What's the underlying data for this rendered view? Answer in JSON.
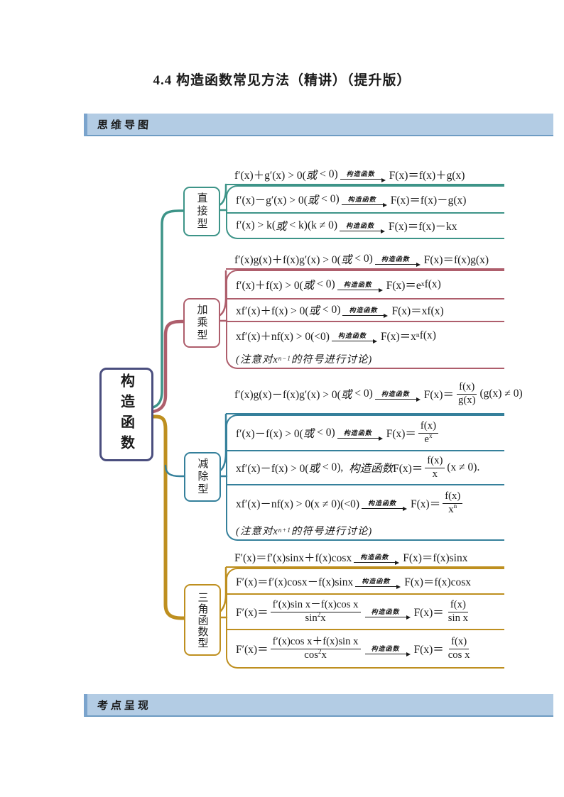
{
  "page": {
    "title": "4.4 构造函数常见方法（精讲）（提升版）",
    "banner_top": "思维导图",
    "banner_bottom": "考点呈现"
  },
  "colors": {
    "teal": "#3D9488",
    "rose": "#AE5E6C",
    "steel": "#35809B",
    "gold": "#BE8F1F",
    "root_border": "#4A4E7E",
    "banner_bg": "#B3CCE4",
    "banner_edge": "#7BA4CD",
    "banner_underline": "#6E9CC3"
  },
  "root": {
    "label": "构造函数"
  },
  "groups": [
    {
      "label": "直接型",
      "color_key": "teal",
      "rows": [
        {
          "kind": "main",
          "segs": [
            {
              "t": "txt",
              "v": "f′(x)＋g′(x) > 0("
            },
            {
              "t": "kai",
              "v": "或"
            },
            {
              "t": "txt",
              "v": " < 0)"
            },
            {
              "t": "arrow",
              "v": "构造函数"
            },
            {
              "t": "txt",
              "v": "F(x)＝f(x)＋g(x)"
            }
          ]
        },
        {
          "kind": "main",
          "segs": [
            {
              "t": "txt",
              "v": "f′(x)－g′(x) > 0("
            },
            {
              "t": "kai",
              "v": "或"
            },
            {
              "t": "txt",
              "v": " < 0)"
            },
            {
              "t": "arrow",
              "v": "构造函数"
            },
            {
              "t": "txt",
              "v": "F(x)＝f(x)－g(x)"
            }
          ]
        },
        {
          "kind": "main",
          "segs": [
            {
              "t": "txt",
              "v": "f′(x) > k("
            },
            {
              "t": "kai",
              "v": "或"
            },
            {
              "t": "txt",
              "v": " < k)(k ≠ 0)"
            },
            {
              "t": "arrow",
              "v": "构造函数"
            },
            {
              "t": "txt",
              "v": "F(x)＝f(x)－kx"
            }
          ]
        }
      ]
    },
    {
      "label": "加乘型",
      "color_key": "rose",
      "rows": [
        {
          "kind": "main",
          "segs": [
            {
              "t": "txt",
              "v": "f′(x)g(x)＋f(x)g′(x) > 0("
            },
            {
              "t": "kai",
              "v": "或"
            },
            {
              "t": "txt",
              "v": " < 0)"
            },
            {
              "t": "arrow",
              "v": "构造函数"
            },
            {
              "t": "txt",
              "v": "F(x)＝f(x)g(x)"
            }
          ]
        },
        {
          "kind": "main",
          "segs": [
            {
              "t": "txt",
              "v": "f′(x)＋f(x) > 0("
            },
            {
              "t": "kai",
              "v": "或"
            },
            {
              "t": "txt",
              "v": " < 0)"
            },
            {
              "t": "arrow",
              "v": "构造函数"
            },
            {
              "t": "txt",
              "v": "F(x)＝e"
            },
            {
              "t": "sup",
              "v": "x"
            },
            {
              "t": "txt",
              "v": "f(x)"
            }
          ]
        },
        {
          "kind": "main",
          "segs": [
            {
              "t": "txt",
              "v": "xf′(x)＋f(x) > 0("
            },
            {
              "t": "kai",
              "v": "或"
            },
            {
              "t": "txt",
              "v": " < 0)"
            },
            {
              "t": "arrow",
              "v": "构造函数"
            },
            {
              "t": "txt",
              "v": "F(x)＝xf(x)"
            }
          ]
        },
        {
          "kind": "main",
          "segs": [
            {
              "t": "txt",
              "v": "xf′(x)＋nf(x) > 0(<0)"
            },
            {
              "t": "arrow",
              "v": "构造函数"
            },
            {
              "t": "txt",
              "v": "F(x)＝x"
            },
            {
              "t": "sup",
              "v": "n"
            },
            {
              "t": "txt",
              "v": "f(x)"
            }
          ]
        },
        {
          "kind": "note",
          "segs": [
            {
              "t": "txt",
              "v": "(注意对x"
            },
            {
              "t": "sup",
              "v": "n−1"
            },
            {
              "t": "txt",
              "v": "的符号进行讨论)"
            }
          ]
        }
      ]
    },
    {
      "label": "减除型",
      "color_key": "steel",
      "rows": [
        {
          "kind": "main",
          "segs": [
            {
              "t": "txt",
              "v": "f′(x)g(x)－f(x)g′(x) > 0("
            },
            {
              "t": "kai",
              "v": "或"
            },
            {
              "t": "txt",
              "v": " < 0)"
            },
            {
              "t": "arrow",
              "v": "构造函数"
            },
            {
              "t": "txt",
              "v": "F(x)＝"
            },
            {
              "t": "frac",
              "num": [
                {
                  "t": "txt",
                  "v": "f(x)"
                }
              ],
              "den": [
                {
                  "t": "txt",
                  "v": "g(x)"
                }
              ]
            },
            {
              "t": "txt",
              "v": "(g(x) ≠ 0)"
            }
          ]
        },
        {
          "kind": "main",
          "segs": [
            {
              "t": "txt",
              "v": "f′(x)－f(x) > 0("
            },
            {
              "t": "kai",
              "v": "或"
            },
            {
              "t": "txt",
              "v": " < 0)"
            },
            {
              "t": "arrow",
              "v": "构造函数"
            },
            {
              "t": "txt",
              "v": "F(x)＝"
            },
            {
              "t": "frac",
              "num": [
                {
                  "t": "txt",
                  "v": "f(x)"
                }
              ],
              "den": [
                {
                  "t": "txt",
                  "v": "e"
                },
                {
                  "t": "sup",
                  "v": "x"
                }
              ]
            }
          ]
        },
        {
          "kind": "main",
          "segs": [
            {
              "t": "txt",
              "v": "xf′(x)－f(x) > 0("
            },
            {
              "t": "kai",
              "v": "或"
            },
            {
              "t": "txt",
              "v": " < 0),  "
            },
            {
              "t": "kai",
              "v": "构造函数"
            },
            {
              "t": "txt",
              "v": "F(x)＝"
            },
            {
              "t": "frac",
              "num": [
                {
                  "t": "txt",
                  "v": "f(x)"
                }
              ],
              "den": [
                {
                  "t": "txt",
                  "v": "x"
                }
              ]
            },
            {
              "t": "txt",
              "v": "(x ≠ 0)."
            }
          ]
        },
        {
          "kind": "main",
          "segs": [
            {
              "t": "txt",
              "v": "xf′(x)－nf(x) > 0(x ≠ 0)(<0)"
            },
            {
              "t": "arrow",
              "v": "构造函数"
            },
            {
              "t": "txt",
              "v": "F(x)＝"
            },
            {
              "t": "frac",
              "num": [
                {
                  "t": "txt",
                  "v": "f(x)"
                }
              ],
              "den": [
                {
                  "t": "txt",
                  "v": "x"
                },
                {
                  "t": "sup",
                  "v": "n"
                }
              ]
            }
          ]
        },
        {
          "kind": "note",
          "segs": [
            {
              "t": "txt",
              "v": "(注意对x"
            },
            {
              "t": "sup",
              "v": "n+1"
            },
            {
              "t": "txt",
              "v": "的符号进行讨论)"
            }
          ]
        }
      ]
    },
    {
      "label": "三角函数型",
      "color_key": "gold",
      "rows": [
        {
          "kind": "main",
          "segs": [
            {
              "t": "txt",
              "v": "F′(x)＝f′(x)sinx＋f(x)cosx"
            },
            {
              "t": "arrow",
              "v": "构造函数"
            },
            {
              "t": "txt",
              "v": "F(x)＝f(x)sinx"
            }
          ]
        },
        {
          "kind": "main",
          "segs": [
            {
              "t": "txt",
              "v": "F′(x)＝f′(x)cosx－f(x)sinx"
            },
            {
              "t": "arrow",
              "v": "构造函数"
            },
            {
              "t": "txt",
              "v": "F(x)＝f(x)cosx"
            }
          ]
        },
        {
          "kind": "main",
          "segs": [
            {
              "t": "txt",
              "v": "F′(x)＝"
            },
            {
              "t": "frac",
              "num": [
                {
                  "t": "txt",
                  "v": "f′(x)sin x－f(x)cos x"
                }
              ],
              "den": [
                {
                  "t": "txt",
                  "v": "sin"
                },
                {
                  "t": "sup",
                  "v": "2"
                },
                {
                  "t": "txt",
                  "v": "x"
                }
              ]
            },
            {
              "t": "arrow",
              "v": "构造函数"
            },
            {
              "t": "txt",
              "v": "F(x)＝"
            },
            {
              "t": "frac",
              "num": [
                {
                  "t": "txt",
                  "v": "f(x)"
                }
              ],
              "den": [
                {
                  "t": "txt",
                  "v": "sin x"
                }
              ]
            }
          ]
        },
        {
          "kind": "main",
          "segs": [
            {
              "t": "txt",
              "v": "F′(x)＝"
            },
            {
              "t": "frac",
              "num": [
                {
                  "t": "txt",
                  "v": "f′(x)cos x＋f(x)sin x"
                }
              ],
              "den": [
                {
                  "t": "txt",
                  "v": "cos"
                },
                {
                  "t": "sup",
                  "v": "2"
                },
                {
                  "t": "txt",
                  "v": "x"
                }
              ]
            },
            {
              "t": "arrow",
              "v": "构造函数"
            },
            {
              "t": "txt",
              "v": "F(x)＝"
            },
            {
              "t": "frac",
              "num": [
                {
                  "t": "txt",
                  "v": "f(x)"
                }
              ],
              "den": [
                {
                  "t": "txt",
                  "v": "cos x"
                }
              ]
            }
          ]
        }
      ]
    }
  ]
}
